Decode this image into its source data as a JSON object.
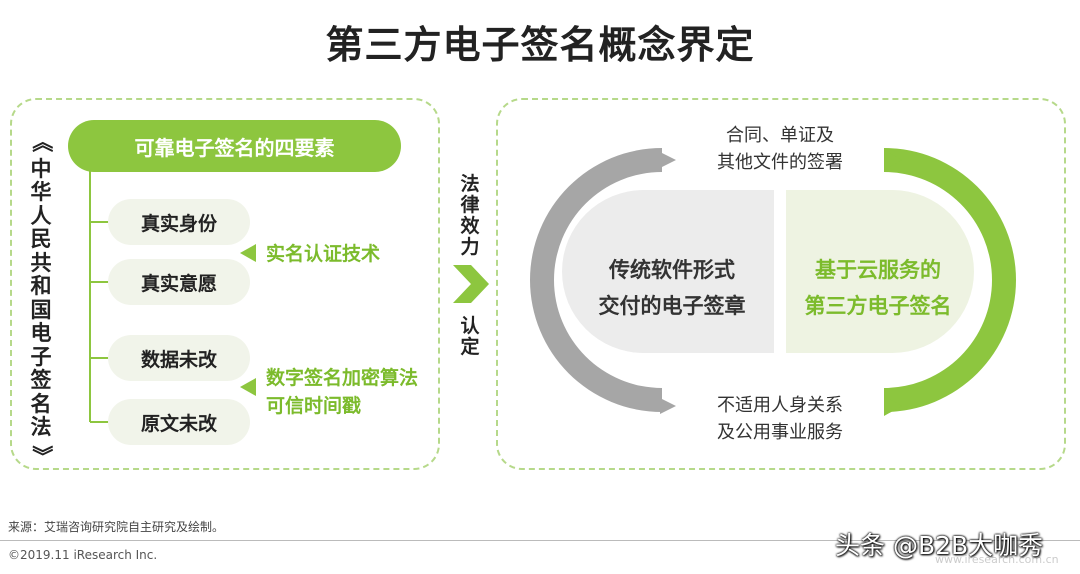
{
  "title": "第三方电子签名概念界定",
  "left": {
    "law_open": "《",
    "law_name": "中华人民共和国电子签名法",
    "law_close": "》",
    "four_elements_title": "可靠电子签名的四要素",
    "elements": [
      "真实身份",
      "真实意愿",
      "数据未改",
      "原文未改"
    ],
    "tech_group1": "实名认证技术",
    "tech_group2_line1": "数字签名加密算法",
    "tech_group2_line2": "可信时间戳"
  },
  "middle": {
    "top_label": "法律效力",
    "bottom_label": "认定"
  },
  "right": {
    "top_note_line1": "合同、单证及",
    "top_note_line2": "其他文件的签署",
    "bottom_note_line1": "不适用人身关系",
    "bottom_note_line2": "及公用事业服务",
    "traditional_line1": "传统软件形式",
    "traditional_line2": "交付的电子签章",
    "cloud_line1": "基于云服务的",
    "cloud_line2": "第三方电子签名"
  },
  "footer": {
    "source": "来源：艾瑞咨询研究院自主研究及绘制。",
    "copyright": "©2019.11 iResearch Inc.",
    "watermark": "头条 @B2B大咖秀",
    "site": "www.iresearch.com.cn"
  },
  "colors": {
    "accent_green": "#8dc63f",
    "text_green": "#7cbb2c",
    "gray_arc": "#a6a6a6",
    "panel_border": "#b6d98a"
  }
}
